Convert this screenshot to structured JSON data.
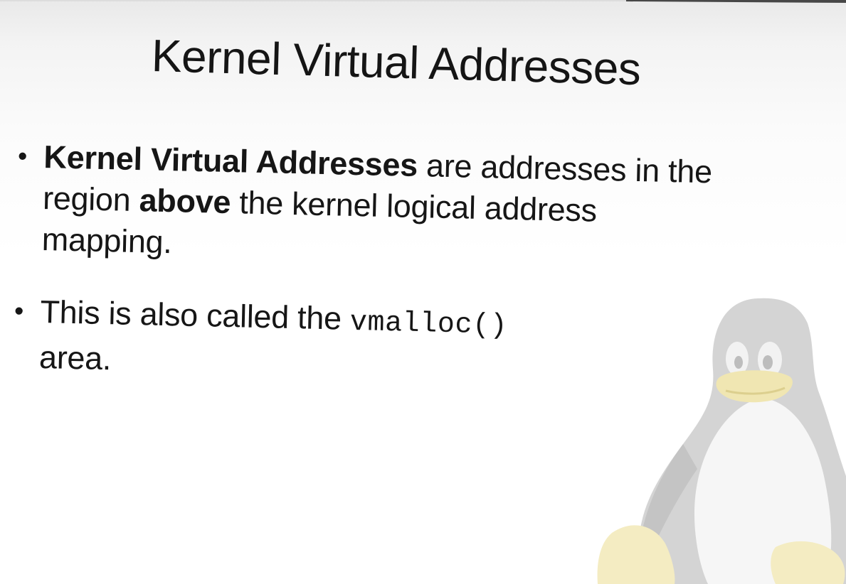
{
  "slide": {
    "title": "Kernel Virtual Addresses",
    "bullets": [
      {
        "bold_lead": "Kernel Virtual Addresses",
        "line1_rest": " are addresses in the",
        "line2_start": "region ",
        "line2_bold": "above",
        "line2_rest": " the kernel logical address",
        "line3": "mapping."
      },
      {
        "line1_start": "This is also called the ",
        "code": "vmalloc()",
        "line2": "area."
      }
    ],
    "bullet_symbol": "•"
  },
  "decorations": {
    "logo_icon": "tux-penguin-icon",
    "colors": {
      "background": "#ffffff",
      "text": "#151515",
      "tux_body": "#c9c9c9",
      "tux_beak": "#f2e9b5"
    }
  }
}
